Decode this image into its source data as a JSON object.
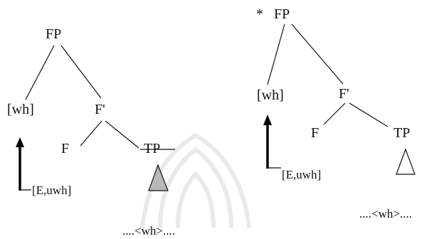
{
  "left_tree": {
    "root": "FP",
    "spec": "[wh]",
    "fbar": "F'",
    "head": "F",
    "complement": "TP",
    "probe": "[E,uwh]",
    "trace": "....<wh>...."
  },
  "right_tree": {
    "star": "*",
    "root": "FP",
    "spec": "[wh]",
    "fbar": "F'",
    "head": "F",
    "complement": "TP",
    "probe": "[E,uwh]",
    "trace": "....<wh>...."
  }
}
